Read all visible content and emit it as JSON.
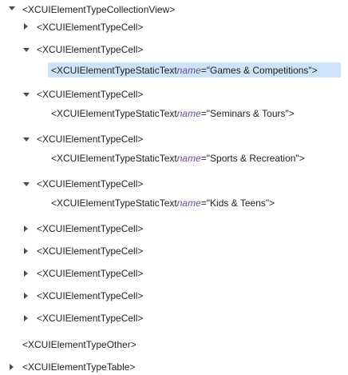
{
  "tree": {
    "root": {
      "open": "<XCUIElementTypeCollectionView>"
    },
    "cell_open": "<XCUIElementTypeCell>",
    "static_open": "<XCUIElementTypeStaticText ",
    "attr_name": "name",
    "eq": "=",
    "static_close": ">",
    "children": [
      {
        "value": "\"Games & Competitions\""
      },
      {
        "value": "\"Seminars & Tours\""
      },
      {
        "value": "\"Sports & Recreation\""
      },
      {
        "value": "\"Kids & Teens\""
      }
    ],
    "other": "<XCUIElementTypeOther>",
    "table": "<XCUIElementTypeTable>"
  }
}
